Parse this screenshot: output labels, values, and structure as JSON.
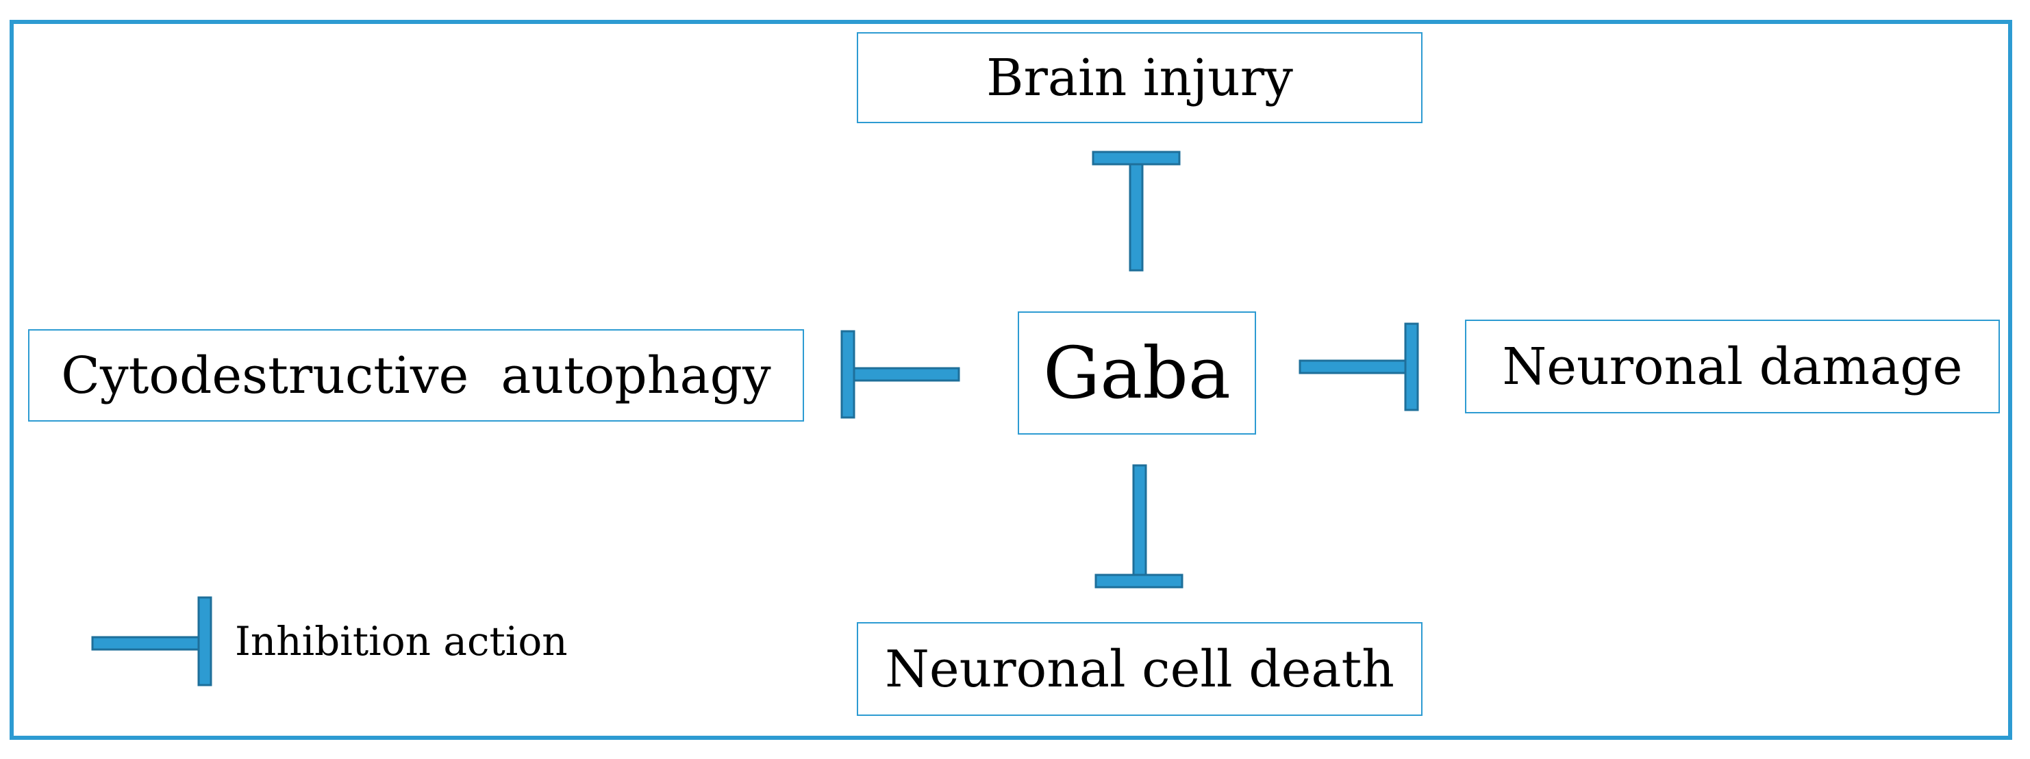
{
  "nodes": {
    "center": "Gaba",
    "top": "Brain injury",
    "left": "Cytodestructive  autophagy",
    "right": "Neuronal damage",
    "bottom": "Neuronal cell death"
  },
  "legend": {
    "label": "Inhibition action"
  },
  "colors": {
    "accent": "#2d9bd2",
    "accent_stroke": "#1e6f9a",
    "text": "#000000",
    "background": "#ffffff"
  },
  "edges": [
    {
      "from": "Gaba",
      "to": "Brain injury",
      "type": "inhibition"
    },
    {
      "from": "Gaba",
      "to": "Cytodestructive  autophagy",
      "type": "inhibition"
    },
    {
      "from": "Gaba",
      "to": "Neuronal damage",
      "type": "inhibition"
    },
    {
      "from": "Gaba",
      "to": "Neuronal cell death",
      "type": "inhibition"
    }
  ]
}
